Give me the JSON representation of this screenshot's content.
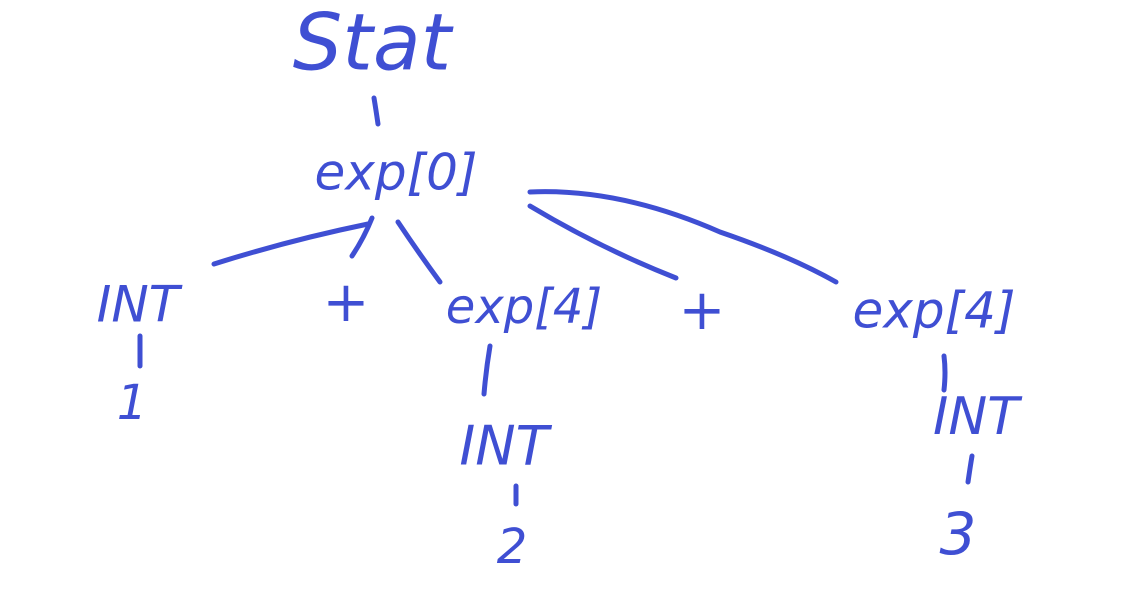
{
  "colors": {
    "ink": "#3f4fd3",
    "background": "#ffffff"
  },
  "tree": {
    "root": {
      "label": "Stat"
    },
    "exp0": {
      "label": "exp[0]"
    },
    "children": {
      "int1": {
        "label": "INT"
      },
      "plus1": {
        "label": "+"
      },
      "exp4a": {
        "label": "exp[4]"
      },
      "plus2": {
        "label": "+"
      },
      "exp4b": {
        "label": "exp[4]"
      }
    },
    "leaves": {
      "val1": {
        "label": "1"
      },
      "int2": {
        "label": "INT"
      },
      "val2": {
        "label": "2"
      },
      "int3": {
        "label": "INT"
      },
      "val3": {
        "label": "3"
      }
    }
  }
}
